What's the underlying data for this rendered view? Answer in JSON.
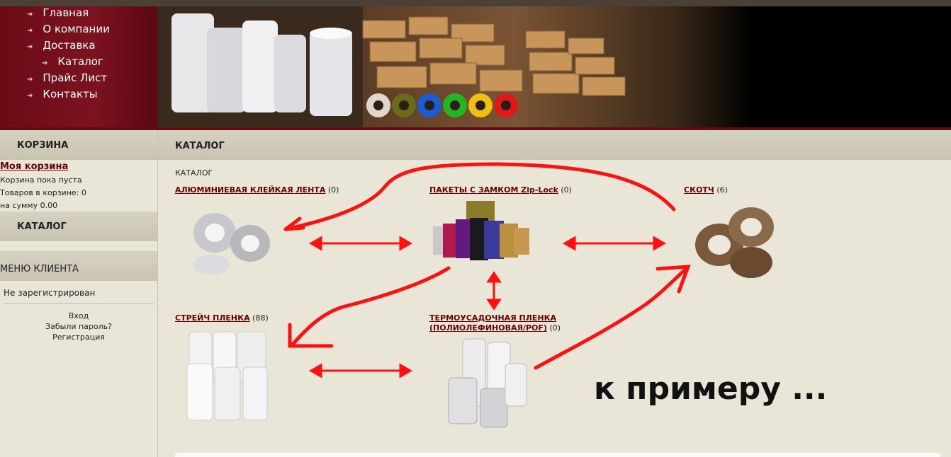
{
  "nav": {
    "items": [
      {
        "label": "Главная"
      },
      {
        "label": "О компании"
      },
      {
        "label": "Доставка"
      },
      {
        "label": "Каталог"
      },
      {
        "label": "Прайс Лист"
      },
      {
        "label": "Контакты"
      }
    ]
  },
  "sidebar": {
    "cart": {
      "title": "КОРЗИНА",
      "link": "Моя корзина",
      "empty": "Корзина пока пуста",
      "items": "Товаров в корзине: 0",
      "sum": "на сумму 0.00"
    },
    "catalog": {
      "title": "КАТАЛОГ"
    },
    "client": {
      "title": "МЕНЮ КЛИЕНТА",
      "status": "Не зарегистрирован",
      "login": "Вход",
      "forgot": "Забыли пароль?",
      "register": "Регистрация"
    }
  },
  "main": {
    "title": "КАТАЛОГ",
    "breadcrumb": "КАТАЛОГ",
    "categories": [
      {
        "name": "АЛЮМИНИЕВАЯ КЛЕЙКАЯ ЛЕНТА",
        "count": "(0)"
      },
      {
        "name": "ПАКЕТЫ С ЗАМКОМ Zip-Lock",
        "count": "(0)"
      },
      {
        "name": "СКОТЧ",
        "count": "(6)"
      },
      {
        "name": "СТРЕЙЧ ПЛЕНКА",
        "count": "(88)"
      },
      {
        "name": "ТЕРМОУСАДОЧНАЯ ПЛЕНКА",
        "name2": "(ПОЛИОЛЕФИНОВАЯ/POF)",
        "count": "(0)"
      }
    ],
    "annotation": "к примеру ..."
  },
  "colors": {
    "nav_bg": "#7d1220",
    "link": "#6a0000",
    "annotation_red": "#ff1010",
    "page_bg": "#e9e6d8"
  }
}
